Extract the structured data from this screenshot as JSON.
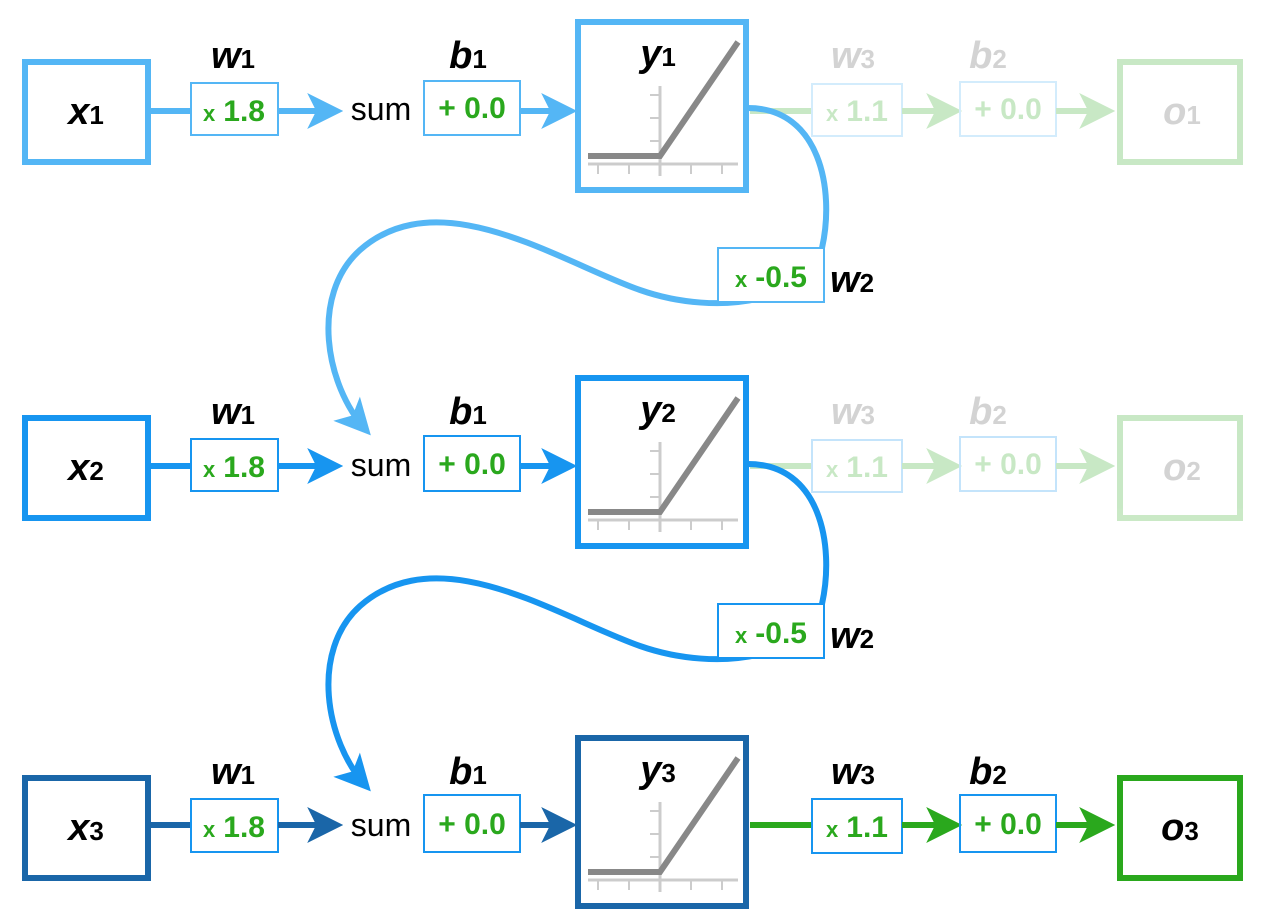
{
  "colors": {
    "row1": "#54b6f5",
    "row2": "#1795f0",
    "row3": "#1a66a8",
    "green": "#2aa81d",
    "text": "#000000",
    "relu": "#888888"
  },
  "rows": [
    {
      "input": {
        "var": "x",
        "sub": "1"
      },
      "w1": {
        "var": "w",
        "sub": "1",
        "op": "x",
        "value": "1.8"
      },
      "sum": "sum",
      "b1": {
        "var": "b",
        "sub": "1",
        "value": "+ 0.0"
      },
      "act": {
        "var": "y",
        "sub": "1"
      },
      "w3": {
        "var": "w",
        "sub": "3",
        "op": "x",
        "value": "1.1"
      },
      "b2": {
        "var": "b",
        "sub": "2",
        "value": "+ 0.0"
      },
      "output": {
        "var": "o",
        "sub": "1"
      },
      "recurrent": {
        "var": "w",
        "sub": "2",
        "op": "x",
        "value": "-0.5"
      }
    },
    {
      "input": {
        "var": "x",
        "sub": "2"
      },
      "w1": {
        "var": "w",
        "sub": "1",
        "op": "x",
        "value": "1.8"
      },
      "sum": "sum",
      "b1": {
        "var": "b",
        "sub": "1",
        "value": "+ 0.0"
      },
      "act": {
        "var": "y",
        "sub": "2"
      },
      "w3": {
        "var": "w",
        "sub": "3",
        "op": "x",
        "value": "1.1"
      },
      "b2": {
        "var": "b",
        "sub": "2",
        "value": "+ 0.0"
      },
      "output": {
        "var": "o",
        "sub": "2"
      },
      "recurrent": {
        "var": "w",
        "sub": "2",
        "op": "x",
        "value": "-0.5"
      }
    },
    {
      "input": {
        "var": "x",
        "sub": "3"
      },
      "w1": {
        "var": "w",
        "sub": "1",
        "op": "x",
        "value": "1.8"
      },
      "sum": "sum",
      "b1": {
        "var": "b",
        "sub": "1",
        "value": "+ 0.0"
      },
      "act": {
        "var": "y",
        "sub": "3"
      },
      "w3": {
        "var": "w",
        "sub": "3",
        "op": "x",
        "value": "1.1"
      },
      "b2": {
        "var": "b",
        "sub": "2",
        "value": "+ 0.0"
      },
      "output": {
        "var": "o",
        "sub": "3"
      }
    }
  ],
  "active_output_row": 3,
  "icons": {
    "activation": "relu-graph-icon",
    "arrow": "arrow-right-icon"
  }
}
